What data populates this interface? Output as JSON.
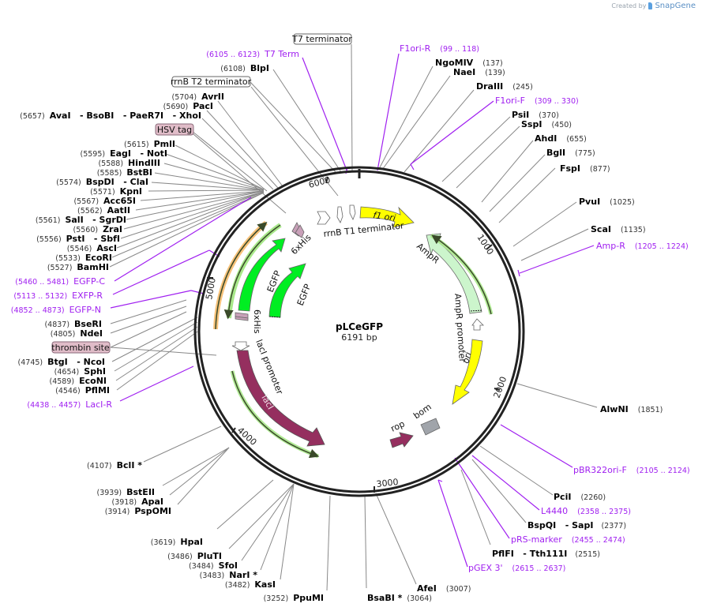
{
  "credit": {
    "prefix": "Created by",
    "brand": "SnapGene"
  },
  "plasmid": {
    "name": "pLCeGFP",
    "length_label": "6191 bp",
    "length": 6191
  },
  "ticks": [
    "1000",
    "2000",
    "3000",
    "4000",
    "5000",
    "6000"
  ],
  "features": {
    "f1_ori": "f1 ori",
    "ampr": "AmpR",
    "ampr_promoter": "AmpR promoter",
    "ori": "ori",
    "bom": "bom",
    "rop": "rop",
    "laci": "lacI",
    "laci_promoter": "lacI promoter",
    "egfp_outer": "EGFP",
    "egfp_inner": "EGFP",
    "his_top": "6xHis",
    "his_bottom": "6xHis",
    "rrnb_t1": "rrnB T1 terminator"
  },
  "boxed_labels": {
    "t7_terminator": "T7 terminator",
    "rrnb_t2": "rrnB T2 terminator",
    "hsv_tag": "HSV tag",
    "thrombin": "thrombin site"
  },
  "enzymes_left": [
    {
      "pos": "(6108)",
      "name": "BlpI"
    },
    {
      "pos": "(5704)",
      "name": "AvrII"
    },
    {
      "pos": "(5690)",
      "name": "PacI"
    },
    {
      "pos": "(5657)",
      "name": "AvaI   - BsoBI   - PaeR7I   - XhoI"
    },
    {
      "pos": "(5615)",
      "name": "PmlI"
    },
    {
      "pos": "(5595)",
      "name": "EagI   - NotI"
    },
    {
      "pos": "(5588)",
      "name": "HindIII"
    },
    {
      "pos": "(5585)",
      "name": "BstBI"
    },
    {
      "pos": "(5574)",
      "name": "BspDI   - ClaI"
    },
    {
      "pos": "(5571)",
      "name": "KpnI"
    },
    {
      "pos": "(5567)",
      "name": "Acc65I"
    },
    {
      "pos": "(5562)",
      "name": "AatII"
    },
    {
      "pos": "(5561)",
      "name": "SalI   - SgrDI"
    },
    {
      "pos": "(5560)",
      "name": "ZraI"
    },
    {
      "pos": "(5556)",
      "name": "PstI   - SbfI"
    },
    {
      "pos": "(5546)",
      "name": "AscI"
    },
    {
      "pos": "(5533)",
      "name": "EcoRI"
    },
    {
      "pos": "(5527)",
      "name": "BamHI"
    },
    {
      "pos": "(4837)",
      "name": "BseRI"
    },
    {
      "pos": "(4805)",
      "name": "NdeI"
    },
    {
      "pos": "(4745)",
      "name": "BtgI   - NcoI"
    },
    {
      "pos": "(4654)",
      "name": "SphI"
    },
    {
      "pos": "(4589)",
      "name": "EcoNI"
    },
    {
      "pos": "(4546)",
      "name": "PflMI"
    },
    {
      "pos": "(4107)",
      "name": "BclI *"
    },
    {
      "pos": "(3939)",
      "name": "BstEII"
    },
    {
      "pos": "(3918)",
      "name": "ApaI"
    },
    {
      "pos": "(3914)",
      "name": "PspOMI"
    },
    {
      "pos": "(3619)",
      "name": "HpaI"
    },
    {
      "pos": "(3486)",
      "name": "PluTI"
    },
    {
      "pos": "(3484)",
      "name": "SfoI"
    },
    {
      "pos": "(3483)",
      "name": "NarI *"
    },
    {
      "pos": "(3482)",
      "name": "KasI"
    },
    {
      "pos": "(3252)",
      "name": "PpuMI"
    }
  ],
  "enzymes_right": [
    {
      "name": "NgoMIV",
      "pos": "(137)"
    },
    {
      "name": "NaeI",
      "pos": "(139)"
    },
    {
      "name": "DraIII",
      "pos": "(245)"
    },
    {
      "name": "PsiI",
      "pos": "(370)"
    },
    {
      "name": "SspI",
      "pos": "(450)"
    },
    {
      "name": "AhdI",
      "pos": "(655)"
    },
    {
      "name": "BglI",
      "pos": "(775)"
    },
    {
      "name": "FspI",
      "pos": "(877)"
    },
    {
      "name": "PvuI",
      "pos": "(1025)"
    },
    {
      "name": "ScaI",
      "pos": "(1135)"
    },
    {
      "name": "AlwNI",
      "pos": "(1851)"
    },
    {
      "name": "PciI",
      "pos": "(2260)"
    },
    {
      "name": "BspQI   - SapI",
      "pos": "(2377)"
    },
    {
      "name": "PflFI   - Tth111I",
      "pos": "(2515)"
    },
    {
      "name": "AfeI",
      "pos": "(3007)"
    },
    {
      "name": "BsaBI *",
      "pos": "(3064)"
    }
  ],
  "primers_left": [
    {
      "pos": "(6105 .. 6123)",
      "name": "T7 Term"
    },
    {
      "pos": "(5460 .. 5481)",
      "name": "EGFP-C"
    },
    {
      "pos": "(5113 .. 5132)",
      "name": "EXFP-R"
    },
    {
      "pos": "(4852 .. 4873)",
      "name": "EGFP-N"
    },
    {
      "pos": "(4438 .. 4457)",
      "name": "LacI-R"
    }
  ],
  "primers_right": [
    {
      "name": "F1ori-R",
      "pos": "(99 .. 118)"
    },
    {
      "name": "F1ori-F",
      "pos": "(309 .. 330)"
    },
    {
      "name": "Amp-R",
      "pos": "(1205 .. 1224)"
    },
    {
      "name": "pBR322ori-F",
      "pos": "(2105 .. 2124)"
    },
    {
      "name": "L4440",
      "pos": "(2358 .. 2375)"
    },
    {
      "name": "pRS-marker",
      "pos": "(2455 .. 2474)"
    },
    {
      "name": "pGEX 3'",
      "pos": "(2615 .. 2637)"
    }
  ],
  "colors": {
    "primer": "#a020f0",
    "f1_ori": "#ffff00",
    "ampr": "#ccf5cc",
    "egfp": "#00ee22",
    "laci": "#952f5f",
    "bom": "#a0a4aa",
    "his": "#c8a0b8",
    "orange_orf": "#f7c27a",
    "green_orf": "#a8e88a",
    "boxed_pink": "#e0bcc8"
  }
}
